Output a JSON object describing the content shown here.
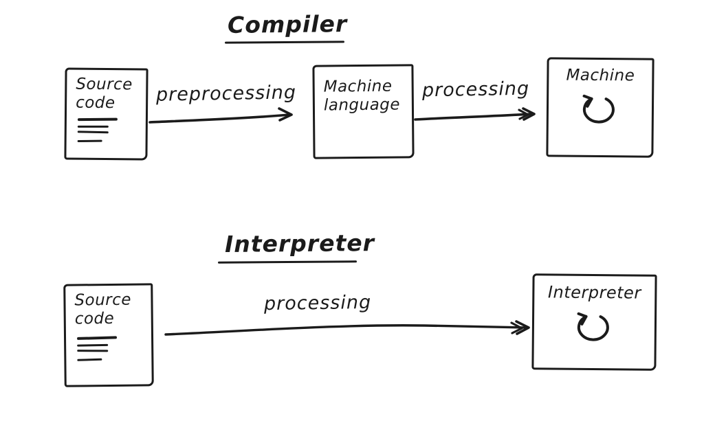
{
  "diagram": {
    "background": "#ffffff",
    "ink_color": "#1b1b1b",
    "compiler": {
      "title": "Compiler",
      "source_box": {
        "line1": "Source",
        "line2": "code"
      },
      "preprocessing_arrow_label": "preprocessing",
      "machine_language_box": {
        "line1": "Machine",
        "line2": "language"
      },
      "processing_arrow_label": "processing",
      "machine_box": {
        "label": "Machine"
      }
    },
    "interpreter": {
      "title": "Interpreter",
      "source_box": {
        "line1": "Source",
        "line2": "code"
      },
      "processing_arrow_label": "processing",
      "interpreter_box": {
        "label": "Interpreter"
      }
    }
  }
}
